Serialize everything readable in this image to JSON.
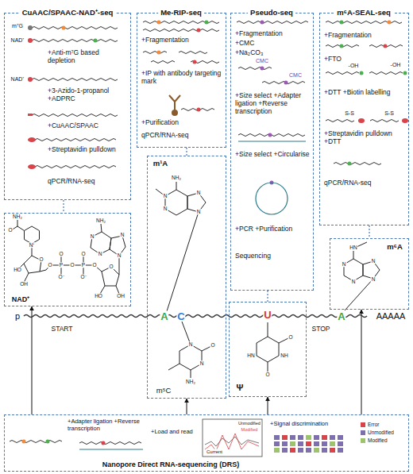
{
  "diagram": {
    "nodes": [
      {
        "text": [
          "CuAAC/SPAAC-NAD⁺-seq",
          "m⁷G",
          "NAD⁺",
          "+Anti-m⁷G based depletion",
          "NAD⁺",
          "+3-Azido-1-propanol +ADPRC",
          "+CuAAC/SPAAC",
          "+Streptavidin pulldown",
          "qPCR/RNA-seq"
        ]
      },
      {
        "text": [
          "Me-RIP-seq",
          "+Fragmentation",
          "+IP with antibody targeting mark",
          "+Purification",
          "qPCR/RNA-seq"
        ]
      },
      {
        "text": [
          "Pseudo-seq",
          "+Fragmentation",
          "+CMC",
          "+Na₂CO₃",
          "CMC",
          "CMC",
          "+Size select +Adapter ligation +Reverse transcription",
          "+Size select +Circularise",
          "+PCR +Purification",
          "Sequencing"
        ]
      },
      {
        "text": [
          "m⁶A-SEAL-seq",
          "+Fragmentation",
          "+FTO",
          "-OH",
          "-OH",
          "+DTT +Biotin labelling",
          "S-S",
          "S-S",
          "+Streptavidin pulldown +DTT",
          "qPCR/RNA-seq"
        ]
      },
      {
        "text": [
          "NAD⁺",
          "NH₂",
          "O",
          "N⁺",
          "O",
          "HO",
          "OH",
          "O",
          "P",
          "O",
          "O⁻",
          "O",
          "P",
          "O",
          "O⁻",
          "O",
          "O",
          "HO",
          "OH",
          "N",
          "N",
          "N",
          "N",
          "NH₂"
        ]
      },
      {
        "text": [
          "m¹A",
          "NH₂",
          "N",
          "N",
          "N",
          "N",
          "m⁵C",
          "N",
          "O",
          "N",
          "NH₂"
        ]
      },
      {
        "text": [
          "Ψ",
          "O",
          "NH",
          "O",
          "HN"
        ]
      },
      {
        "text": [
          "m⁶A",
          "HN",
          "N",
          "N",
          "N",
          "N"
        ]
      },
      {
        "text": [
          "+Adapter ligation +Reverse transcription",
          "+Load and read",
          "Current",
          "Unmodified",
          "Modified",
          "+Signal discrimination",
          "Nanopore Direct RNA-sequencing (DRS)"
        ]
      }
    ],
    "edges": [
      {
        "from": 0,
        "to": 4,
        "arrow": "none"
      },
      {
        "from": 1,
        "to": 5,
        "arrow": "none"
      },
      {
        "from": 2,
        "to": 6,
        "arrow": "none"
      },
      {
        "from": 3,
        "to": 7,
        "arrow": "none"
      },
      {
        "from": 8,
        "to": 4,
        "arrow": "to"
      },
      {
        "from": 8,
        "to": 5,
        "arrow": "to"
      },
      {
        "from": 8,
        "to": 6,
        "arrow": "to"
      },
      {
        "from": 8,
        "to": 7,
        "arrow": "to"
      }
    ],
    "labels": [
      "p",
      "START",
      "A",
      "C",
      "U",
      "STOP",
      "A",
      "AAAAA"
    ],
    "legend": [
      {
        "text": "Error",
        "color": "#d9434a"
      },
      {
        "text": "Unmodified",
        "color": "#7e6fb0"
      },
      {
        "text": "Modified",
        "color": "#9cc46a"
      }
    ]
  }
}
